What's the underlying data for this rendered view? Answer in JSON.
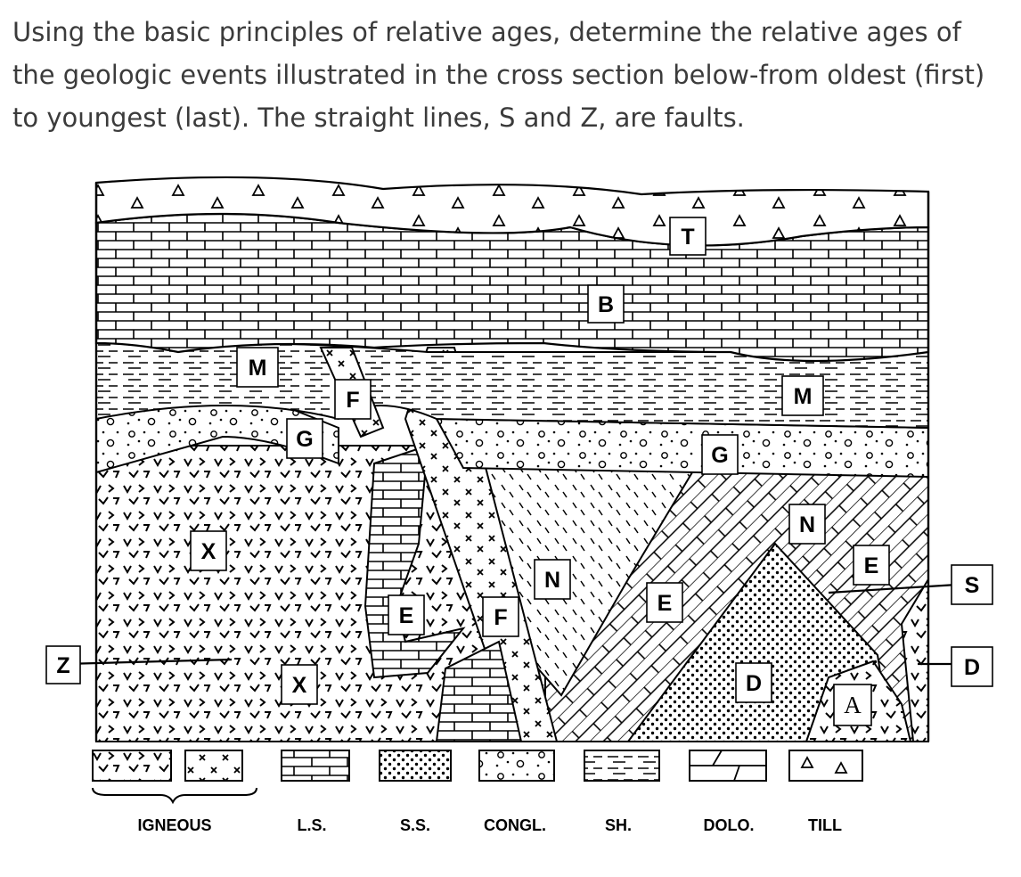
{
  "question": {
    "text": "Using the basic principles of relative ages, determine the relative ages of the geologic events illustrated in the cross section below-from oldest (first) to youngest (last).  The straight lines, S and Z, are faults."
  },
  "cross_section": {
    "unit_labels": {
      "T": "T",
      "B": "B",
      "M1": "M",
      "M2": "M",
      "F1": "F",
      "F2": "F",
      "G1": "G",
      "G2": "G",
      "X1": "X",
      "X2": "X",
      "E1": "E",
      "E2": "E",
      "E3": "E",
      "N1": "N",
      "N2": "N",
      "D": "D",
      "A": "A"
    },
    "fault_labels": {
      "S": "S",
      "Z": "Z",
      "D": "D"
    }
  },
  "legend": {
    "items": [
      {
        "label": "IGNEOUS",
        "pattern": "igneous-v-marks"
      },
      {
        "label": "",
        "pattern": "igneous-x-marks"
      },
      {
        "label": "L.S.",
        "pattern": "limestone-bricks"
      },
      {
        "label": "S.S.",
        "pattern": "sandstone-dots"
      },
      {
        "label": "CONGL.",
        "pattern": "conglomerate-pebbles"
      },
      {
        "label": "SH.",
        "pattern": "shale-dashes"
      },
      {
        "label": "DOLO.",
        "pattern": "dolomite-blocks"
      },
      {
        "label": "TILL",
        "pattern": "till-triangles"
      }
    ]
  },
  "colors": {
    "ink": "#000000",
    "paper": "#ffffff",
    "question_text": "#3b3b3b"
  }
}
